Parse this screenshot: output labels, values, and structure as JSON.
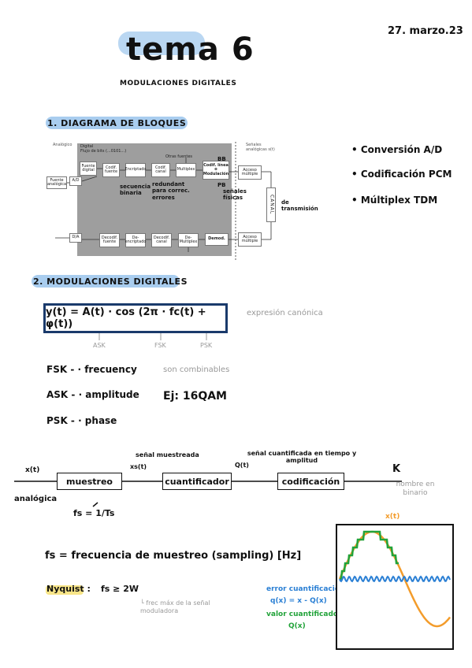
{
  "header": {
    "title": "tema 6",
    "date": "27. marzo.23",
    "subtitle": "MODULACIONES DIGITALES"
  },
  "sections": {
    "s1": "1. DIAGRAMA DE BLOQUES",
    "s2": "2. MODULACIONES DIGITALES"
  },
  "block_diagram": {
    "zone_analog_left": "Analógico",
    "zone_digital": "Digital",
    "zone_digital_sub": "Flujo de bits (...0101...)",
    "zone_analog_right": "Señales analógicas s(t)",
    "other_sources": "Otras fuentes",
    "source": "Fuente analógica",
    "ad": "A/D",
    "da": "D/A",
    "digital_source": "Fuente digital",
    "cod_fuente": "Codif. fuente",
    "encriptado": "Encriptado",
    "cod_canal": "Codif. canal",
    "multiplex": "Multiplex",
    "cod_linea": "Codif. línea o Modulación",
    "acceso_tx": "Acceso múltiple",
    "canal": "CANAL",
    "acceso_rx": "Acceso múltiple",
    "demod": "Demod.",
    "demultiplex": "De-Multiplex",
    "decod_canal": "Decodif. canal",
    "desencriptado": "De-encriptado",
    "decod_fuente": "Decodif. fuente",
    "ann_secuencia": "secuencia binaria",
    "ann_redundant": "redundant para correc. errores",
    "ann_bb": "BB",
    "ann_pb": "PB",
    "ann_fisicas": "señales físicas",
    "ann_transmision": "de transmisión"
  },
  "bullets": [
    "• Conversión A/D",
    "• Codificación PCM",
    "• Múltiplex TDM"
  ],
  "formula": {
    "expression": "y(t) = A(t) · cos (2π · fc(t) + φ(t))",
    "note": "expresión canónica",
    "ask": "ASK",
    "fsk": "FSK",
    "psk": "PSK"
  },
  "mod_types": {
    "fsk": "FSK - · frecuency",
    "ask": "ASK - · amplitude",
    "psk": "PSK - · phase",
    "combinable": "son combinables",
    "example": "Ej: 16QAM"
  },
  "chain": {
    "input": "x(t)",
    "input_note": "analógica",
    "muestreo": "muestreo",
    "sampled_label": "señal muestreada",
    "sampled_var": "xs(t)",
    "cuantificador": "cuantificador",
    "quant_label": "señal cuantificada en tiempo y amplitud",
    "quant_var": "Q(t)",
    "codificacion": "codificación",
    "output": "K",
    "output_note": "nombre en binario"
  },
  "sampling": {
    "fs_def": "fs = 1/Ts",
    "fs_full": "fs = frecuencia de muestreo (sampling) [Hz]",
    "nyquist_label": "Nyquist :",
    "nyquist_eq": "fs ≥ 2W",
    "nyquist_note": "└ frec máx de la señal moduladora",
    "error_label": "error cuantificación",
    "error_eq": "q(x) = x - Q(x)",
    "valor_label": "valor cuantificado",
    "valor_eq": "Q(x)"
  },
  "plot": {
    "label": "x(t)",
    "colors": {
      "signal": "#f39c2b",
      "quantized": "#22a33a",
      "error": "#2a7fd4"
    }
  },
  "colors": {
    "highlight": "#a9cdef",
    "formula_border": "#1a3a6b",
    "diagram_bg": "#9e9e9e"
  }
}
